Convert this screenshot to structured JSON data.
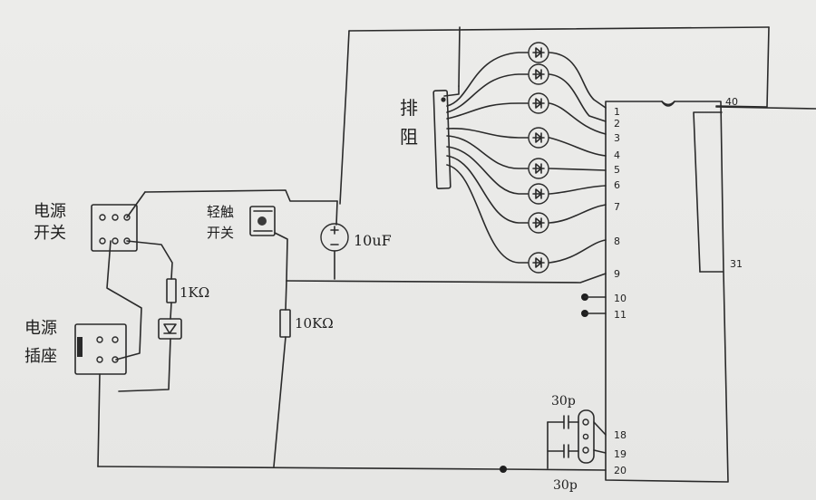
{
  "labels": {
    "power_switch_line1": "电源",
    "power_switch_line2": "开关",
    "power_socket_line1": "电源",
    "power_socket_line2": "插座",
    "tact_switch_line1": "轻触",
    "tact_switch_line2": "开关",
    "resistor_network_line1": "排",
    "resistor_network_line2": "阻",
    "r1": "1KΩ",
    "r2": "10KΩ",
    "cap_electrolytic": "10uF",
    "cap_top": "30p",
    "cap_bottom": "30p"
  },
  "pins": [
    "1",
    "2",
    "3",
    "4",
    "5",
    "6",
    "7",
    "8",
    "9",
    "10",
    "11",
    "18",
    "19",
    "20",
    "40",
    "31"
  ]
}
